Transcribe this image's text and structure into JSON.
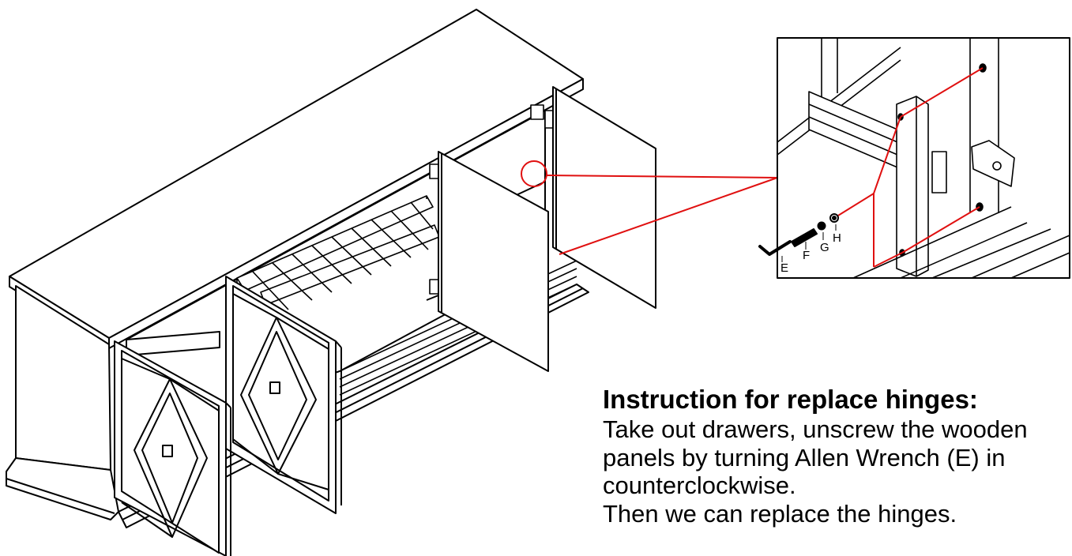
{
  "instructions": {
    "title": "Instruction for replace hinges:",
    "lines": [
      "Take out drawers, unscrew the wooden",
      "panels by turning Allen Wrench (E) in",
      "counterclockwise.",
      "Then we can replace the hinges."
    ]
  },
  "parts": {
    "e": "E",
    "f": "F",
    "g": "G",
    "h": "H"
  },
  "colors": {
    "line": "#000000",
    "callout": "#e01010",
    "background": "#ffffff"
  }
}
